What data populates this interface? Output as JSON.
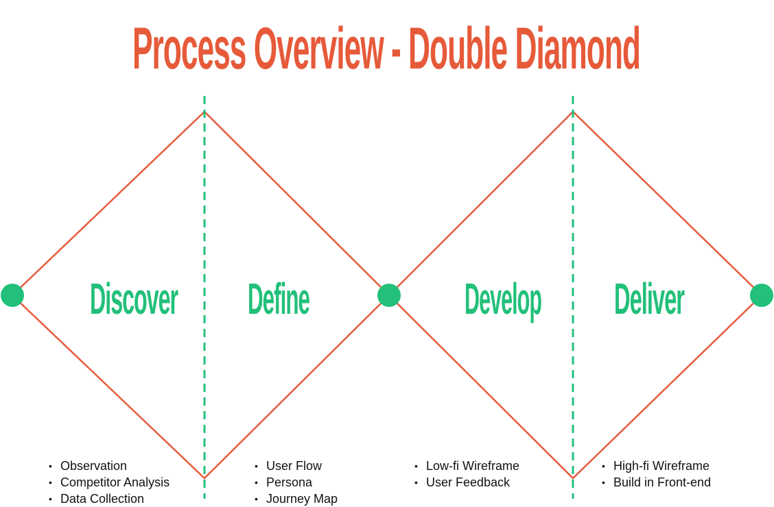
{
  "title": "Process Overview - Double Diamond",
  "colors": {
    "accent_orange": "#e65a3a",
    "accent_green": "#22c07a",
    "text": "#111111",
    "background": "#ffffff"
  },
  "phases": [
    {
      "label": "Discover",
      "activities": [
        "Observation",
        "Competitor Analysis",
        "Data Collection"
      ]
    },
    {
      "label": "Define",
      "activities": [
        "User Flow",
        "Persona",
        "Journey Map"
      ]
    },
    {
      "label": "Develop",
      "activities": [
        "Low-fi Wireframe",
        "User Feedback"
      ]
    },
    {
      "label": "Deliver",
      "activities": [
        "High-fi Wireframe",
        "Build in Front-end"
      ]
    }
  ]
}
